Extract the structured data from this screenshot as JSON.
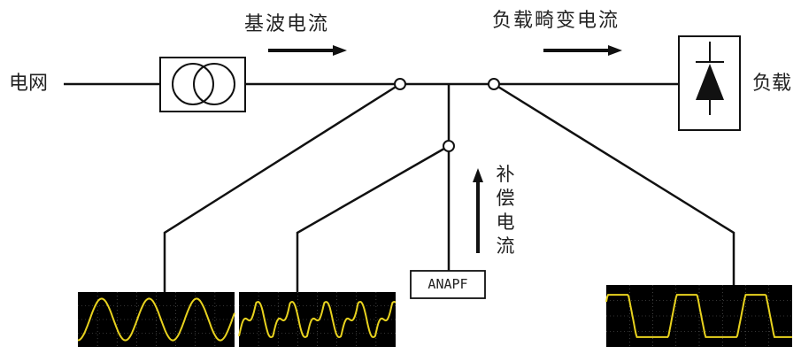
{
  "labels": {
    "grid": "电网",
    "fundamental_current": "基波电流",
    "load_distortion_current": "负载畸变电流",
    "load": "负载",
    "compensation_current": "补偿电流",
    "anapf": "ANAPF"
  },
  "colors": {
    "line": "#111111",
    "scope_bg": "#000000",
    "scope_grid": "#6a6a6a",
    "trace": "#e8d21e"
  },
  "icons": {
    "transformer": "transformer-icon",
    "diode": "diode-icon",
    "arrow": "arrow-icon"
  },
  "waveforms": [
    "sine",
    "distorted-compensation",
    "trapezoidal"
  ]
}
